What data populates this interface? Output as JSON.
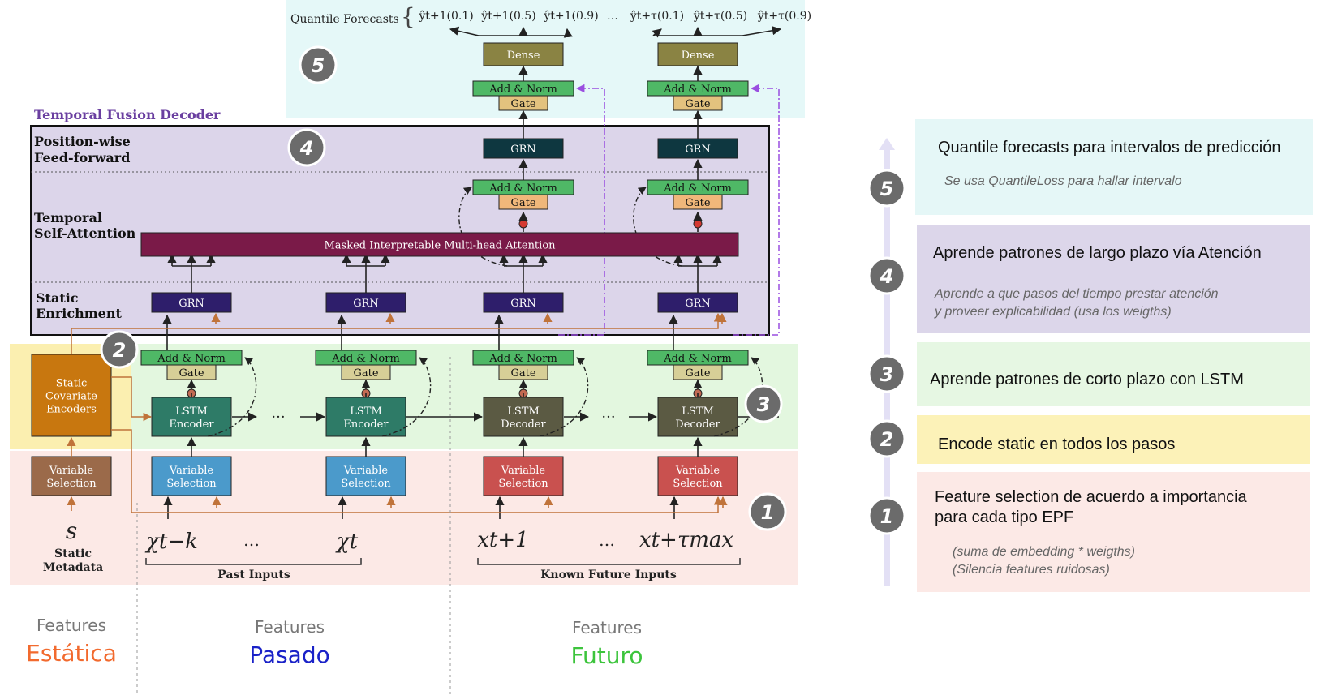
{
  "diagram": {
    "quantile_label": "Quantile Forecasts",
    "quantiles": [
      "ŷt+1(0.1)",
      "ŷt+1(0.5)",
      "ŷt+1(0.9)",
      "…",
      "ŷt+τ(0.1)",
      "ŷt+τ(0.5)",
      "ŷt+τ(0.9)"
    ],
    "decoder_title": "Temporal Fusion Decoder",
    "layers": {
      "ffn": "Position-wise Feed-forward",
      "attention": "Temporal Self-Attention",
      "enrichment": "Static Enrichment"
    },
    "nodes": {
      "dense": "Dense",
      "add_norm": "Add & Norm",
      "gate": "Gate",
      "grn": "GRN",
      "attention": "Masked Interpretable Multi-head Attention",
      "lstm_encoder": "LSTM Encoder",
      "lstm_decoder": "LSTM Decoder",
      "variable_selection": "Variable Selection",
      "static_encoders": "Static Covariate Encoders",
      "ellipsis": "···"
    },
    "inputs": {
      "static_symbol": "s",
      "static_label": "Static Metadata",
      "past_k": "χt−k",
      "past_t": "χt",
      "future_1": "xt+1",
      "future_max": "xt+τmax",
      "past_group": "Past Inputs",
      "future_group": "Known Future Inputs"
    },
    "badges": [
      "1",
      "2",
      "3",
      "4",
      "5"
    ]
  },
  "features": [
    {
      "top": "Features",
      "name": "Estática",
      "color": "#f26a2e"
    },
    {
      "top": "Features",
      "name": "Pasado",
      "color": "#1a22c8"
    },
    {
      "top": "Features",
      "name": "Futuro",
      "color": "#3cc43c"
    }
  ],
  "legend": [
    {
      "num": "5",
      "title": "Quantile forecasts para intervalos de predicción",
      "sub": "Se usa QuantileLoss para hallar intervalo",
      "sub2": "",
      "color": "#e5f7f7"
    },
    {
      "num": "4",
      "title": "Aprende patrones de largo plazo vía Atención",
      "sub": "Aprende a que pasos del tiempo prestar atención",
      "sub2": "y proveer explicabilidad (usa los weigths)",
      "color": "#dcd6ea"
    },
    {
      "num": "3",
      "title": "Aprende patrones de corto plazo con LSTM",
      "sub": "",
      "sub2": "",
      "color": "#e6f7e3"
    },
    {
      "num": "2",
      "title": "Encode static en todos los pasos",
      "sub": "",
      "sub2": "",
      "color": "#fcf2b8"
    },
    {
      "num": "1",
      "title": "Feature selection de acuerdo a importancia",
      "title2": "para cada tipo EPF",
      "sub": "(suma de embedding * weigths)",
      "sub2": "(Silencia features ruidosas)",
      "color": "#fce9e6"
    }
  ]
}
